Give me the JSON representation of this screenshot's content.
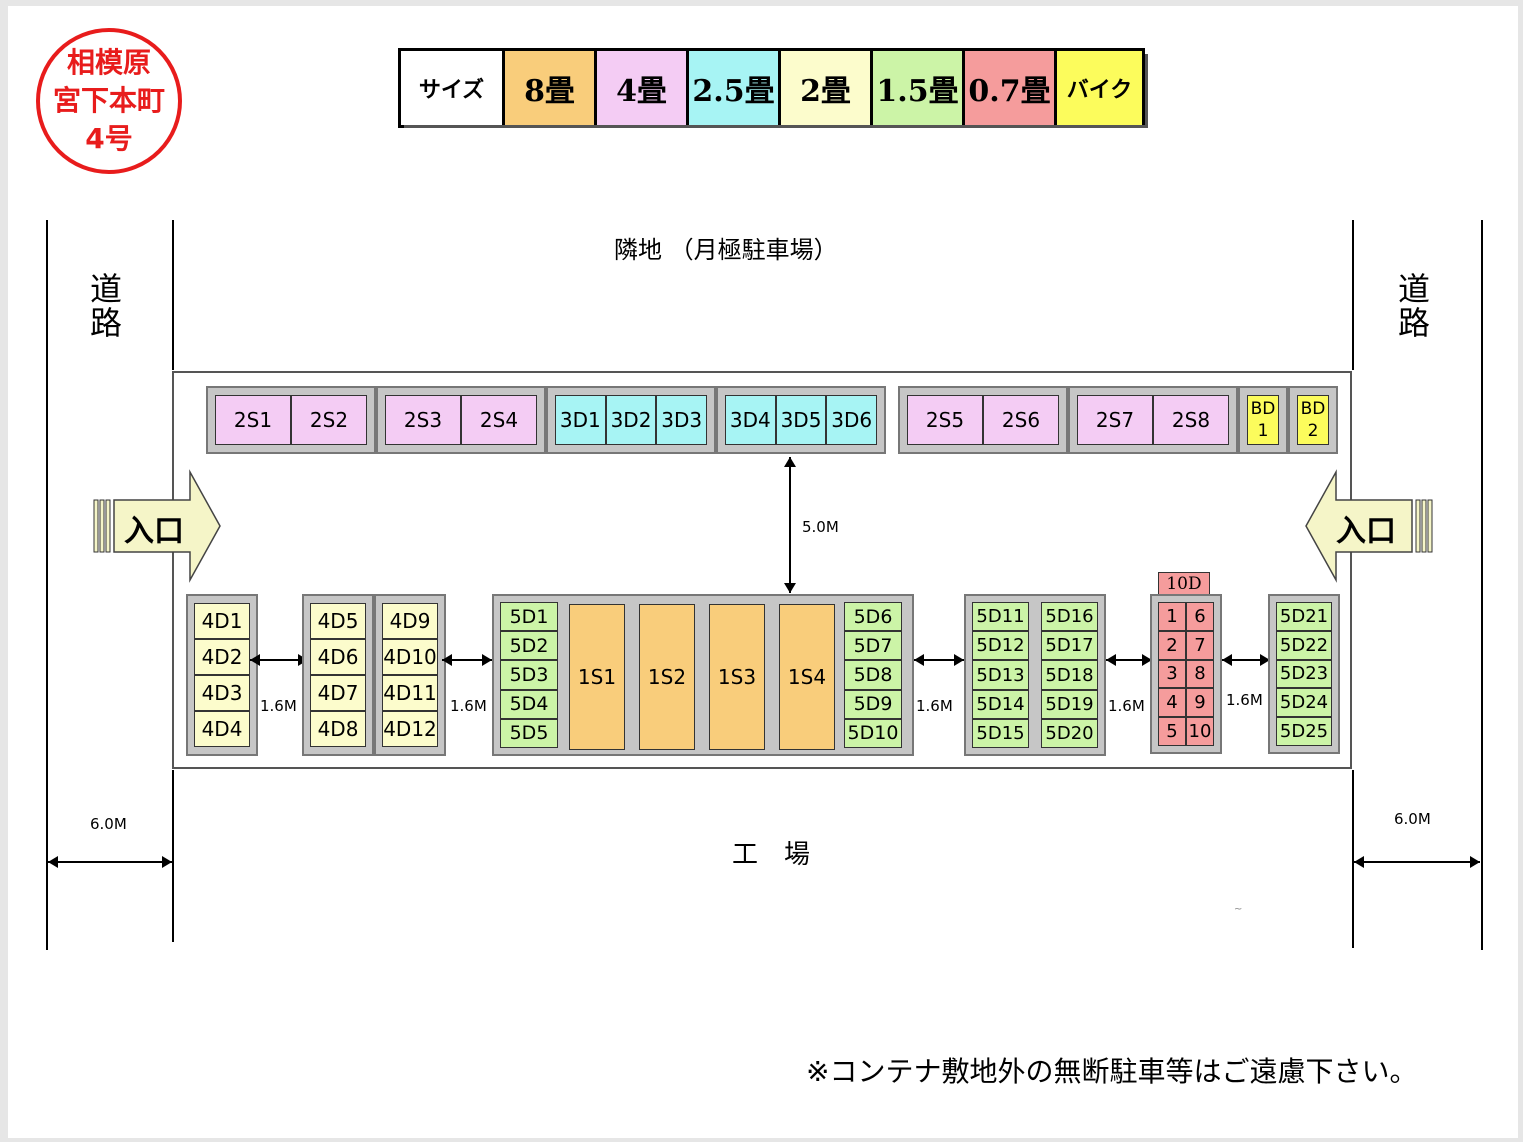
{
  "seal": {
    "line1": "相模原",
    "line2": "宮下本町",
    "line3": "4号"
  },
  "legend": [
    {
      "label": "サイズ",
      "color": "#ffffff"
    },
    {
      "label": "8畳",
      "color": "#f9cd7b"
    },
    {
      "label": "4畳",
      "color": "#f4ccf4"
    },
    {
      "label": "2.5畳",
      "color": "#a7f4f4"
    },
    {
      "label": "2畳",
      "color": "#fcfccc"
    },
    {
      "label": "1.5畳",
      "color": "#ccf4a7"
    },
    {
      "label": "0.7畳",
      "color": "#f59c9c"
    },
    {
      "label": "バイク",
      "color": "#fcfc5c"
    }
  ],
  "labels": {
    "neighbor": "隣地 （月極駐車場）",
    "road_left": "道路",
    "road_right": "道路",
    "entrance_left": "入口",
    "entrance_right": "入口",
    "factory": "工　場",
    "road_width_left": "6.0M",
    "road_width_right": "6.0M",
    "aisle_main": "5.0M",
    "aisle_1": "1.6M",
    "aisle_2": "1.6M",
    "aisle_3": "1.6M",
    "aisle_4": "1.6M",
    "aisle_5": "1.6M",
    "mark": "~",
    "note": "※コンテナ敷地外の無断駐車等はご遠慮下さい。"
  },
  "top_row": {
    "g1": [
      "2S1",
      "2S2"
    ],
    "g2": [
      "2S3",
      "2S4"
    ],
    "g3": [
      "3D1",
      "3D2",
      "3D3"
    ],
    "g4": [
      "3D4",
      "3D5",
      "3D6"
    ],
    "g5": [
      "2S5",
      "2S6"
    ],
    "g6": [
      "2S7",
      "2S8"
    ],
    "bike1": "BD\n1",
    "bike2": "BD\n2"
  },
  "bottom_row": {
    "a": [
      "4D1",
      "4D2",
      "4D3",
      "4D4"
    ],
    "b1": [
      "4D5",
      "4D6",
      "4D7",
      "4D8"
    ],
    "b2": [
      "4D9",
      "4D10",
      "4D11",
      "4D12"
    ],
    "c1": [
      "5D1",
      "5D2",
      "5D3",
      "5D4",
      "5D5"
    ],
    "c2": [
      "1S1",
      "1S2",
      "1S3",
      "1S4"
    ],
    "c3": [
      "5D6",
      "5D7",
      "5D8",
      "5D9",
      "5D10"
    ],
    "d1": [
      "5D11",
      "5D12",
      "5D13",
      "5D14",
      "5D15"
    ],
    "d2": [
      "5D16",
      "5D17",
      "5D18",
      "5D19",
      "5D20"
    ],
    "e_title": "10D",
    "e_left": [
      "1",
      "2",
      "3",
      "4",
      "5"
    ],
    "e_right": [
      "6",
      "7",
      "8",
      "9",
      "10"
    ],
    "f": [
      "5D21",
      "5D22",
      "5D23",
      "5D24",
      "5D25"
    ]
  }
}
